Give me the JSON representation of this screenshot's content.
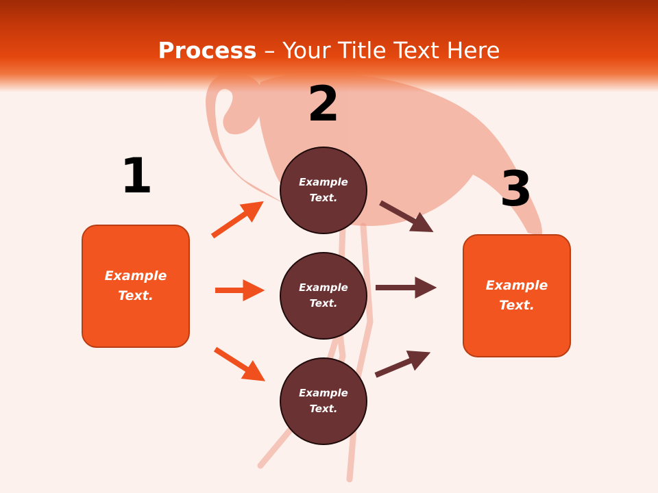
{
  "title": {
    "strong": "Process",
    "rest": " – Your Title Text Here"
  },
  "steps": {
    "one": "1",
    "two": "2",
    "three": "3"
  },
  "left_box": {
    "label": "Example\nText."
  },
  "right_box": {
    "label": "Example\nText."
  },
  "circles": [
    {
      "label": "Example\nText."
    },
    {
      "label": "Example\nText."
    },
    {
      "label": "Example\nText."
    }
  ],
  "colors": {
    "header": "#e4480f",
    "box_fill": "#f25520",
    "circle_fill": "#6b3233",
    "arrow_orange": "#f0501e",
    "arrow_brown": "#6b3233",
    "background": "#fdf1ed"
  }
}
